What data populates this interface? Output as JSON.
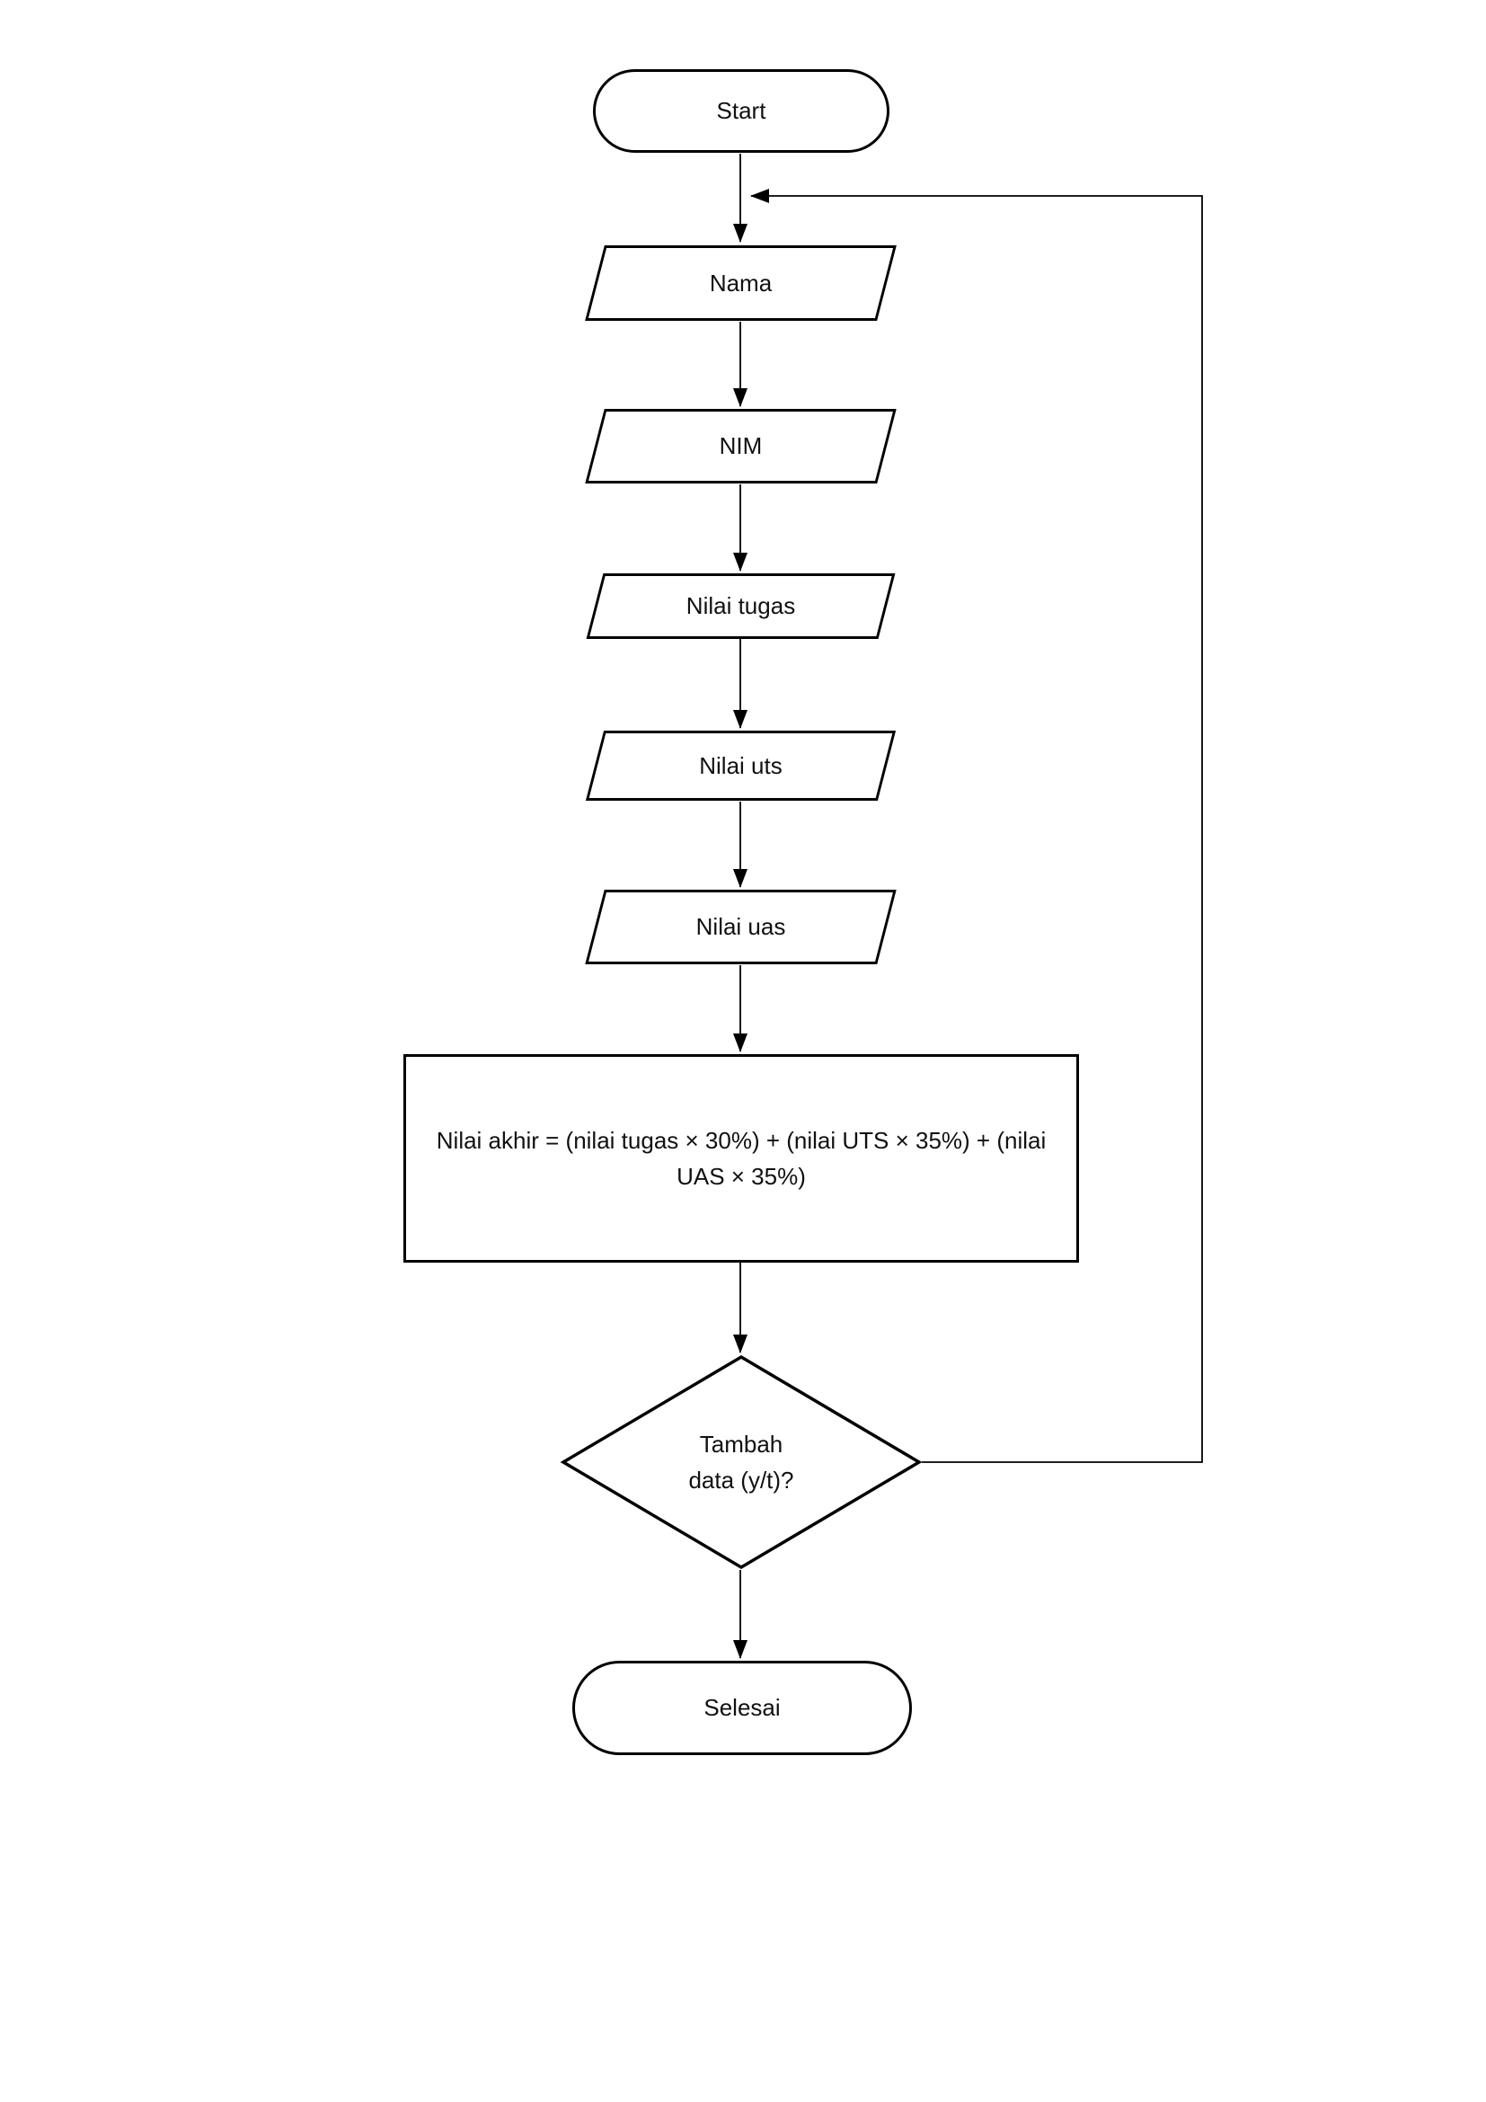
{
  "page": {
    "background_color": "#ffffff",
    "line_color": "#000000",
    "text_color": "#111111"
  },
  "nodes": {
    "start": {
      "type": "terminator",
      "label": "Start"
    },
    "nama": {
      "type": "input-output",
      "label": "Nama"
    },
    "nim": {
      "type": "input-output",
      "label": "NIM"
    },
    "nilai_tugas": {
      "type": "input-output",
      "label": "Nilai tugas"
    },
    "nilai_uts": {
      "type": "input-output",
      "label": "Nilai uts"
    },
    "nilai_uas": {
      "type": "input-output",
      "label": "Nilai uas"
    },
    "nilai_akhir": {
      "type": "process",
      "label_line1": "Nilai akhir = (nilai tugas × 30%) + (nilai UTS × 35%) + (nilai",
      "label_line2": "UAS × 35%)"
    },
    "tambah_data": {
      "type": "decision",
      "label_line1": "Tambah",
      "label_line2": "data (y/t)?"
    },
    "selesai": {
      "type": "terminator",
      "label": "Selesai"
    }
  },
  "edges": [
    {
      "from": "start",
      "to": "nama"
    },
    {
      "from": "nama",
      "to": "nim"
    },
    {
      "from": "nim",
      "to": "nilai_tugas"
    },
    {
      "from": "nilai_tugas",
      "to": "nilai_uts"
    },
    {
      "from": "nilai_uts",
      "to": "nilai_uas"
    },
    {
      "from": "nilai_uas",
      "to": "nilai_akhir"
    },
    {
      "from": "nilai_akhir",
      "to": "tambah_data"
    },
    {
      "from": "tambah_data",
      "to": "selesai"
    },
    {
      "from": "tambah_data",
      "to": "nama",
      "kind": "loop-back"
    }
  ]
}
